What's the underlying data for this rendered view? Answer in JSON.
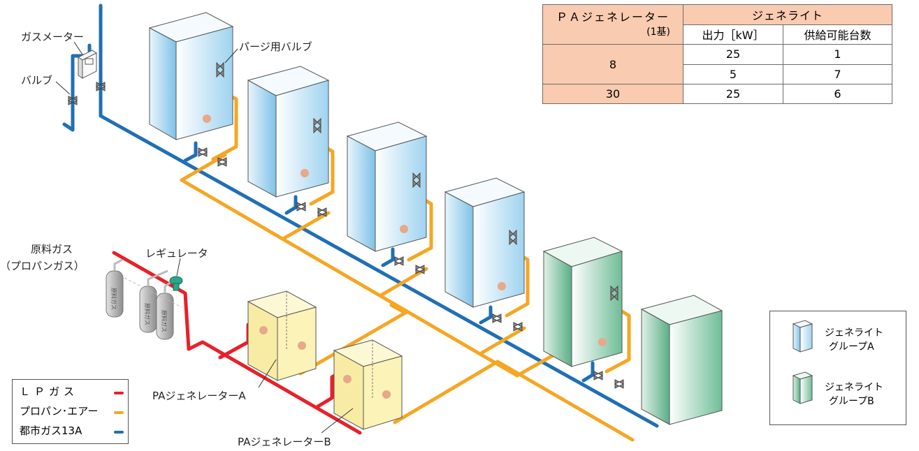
{
  "table": {
    "header_generator": "ＰＡジェネレーター",
    "header_generator_sub": "(1基)",
    "header_genelite": "ジェネライト",
    "col_output": "出力［kW］",
    "col_units": "供給可能台数",
    "rows": [
      {
        "generator": "8",
        "output": "25",
        "units": "1"
      },
      {
        "generator": "",
        "output": "5",
        "units": "7"
      },
      {
        "generator": "30",
        "output": "25",
        "units": "6"
      }
    ]
  },
  "labels": {
    "gas_meter": "ガスメーター",
    "valve": "バルブ",
    "purge_valve": "パージ用バルブ",
    "raw_gas": "原料ガス",
    "raw_gas_sub": "（プロパンガス）",
    "regulator": "レギュレータ",
    "pa_generator_a": "PAジェネレーターA",
    "pa_generator_b": "PAジェネレーターB",
    "cylinder_text": "原料ガス"
  },
  "line_legend": [
    {
      "label": "ＬＰガス",
      "color": "#e8202a"
    },
    {
      "label": "プロパン･エアー",
      "color": "#f5a623"
    },
    {
      "label": "都市ガス13A",
      "color": "#1f6fb5"
    }
  ],
  "group_legend": [
    {
      "label_line1": "ジェネライト",
      "label_line2": "グループA",
      "color": "#a9d8f2"
    },
    {
      "label_line1": "ジェネライト",
      "label_line2": "グループB",
      "color": "#7cc4a2"
    }
  ],
  "colors": {
    "lp_gas": "#e8202a",
    "propane_air": "#f5a623",
    "city_gas": "#1f6fb5",
    "group_a": "#a9d8f2",
    "group_b": "#7cc4a2",
    "pa_generator": "#fbf3b8",
    "table_header": "#f9cbb0"
  }
}
